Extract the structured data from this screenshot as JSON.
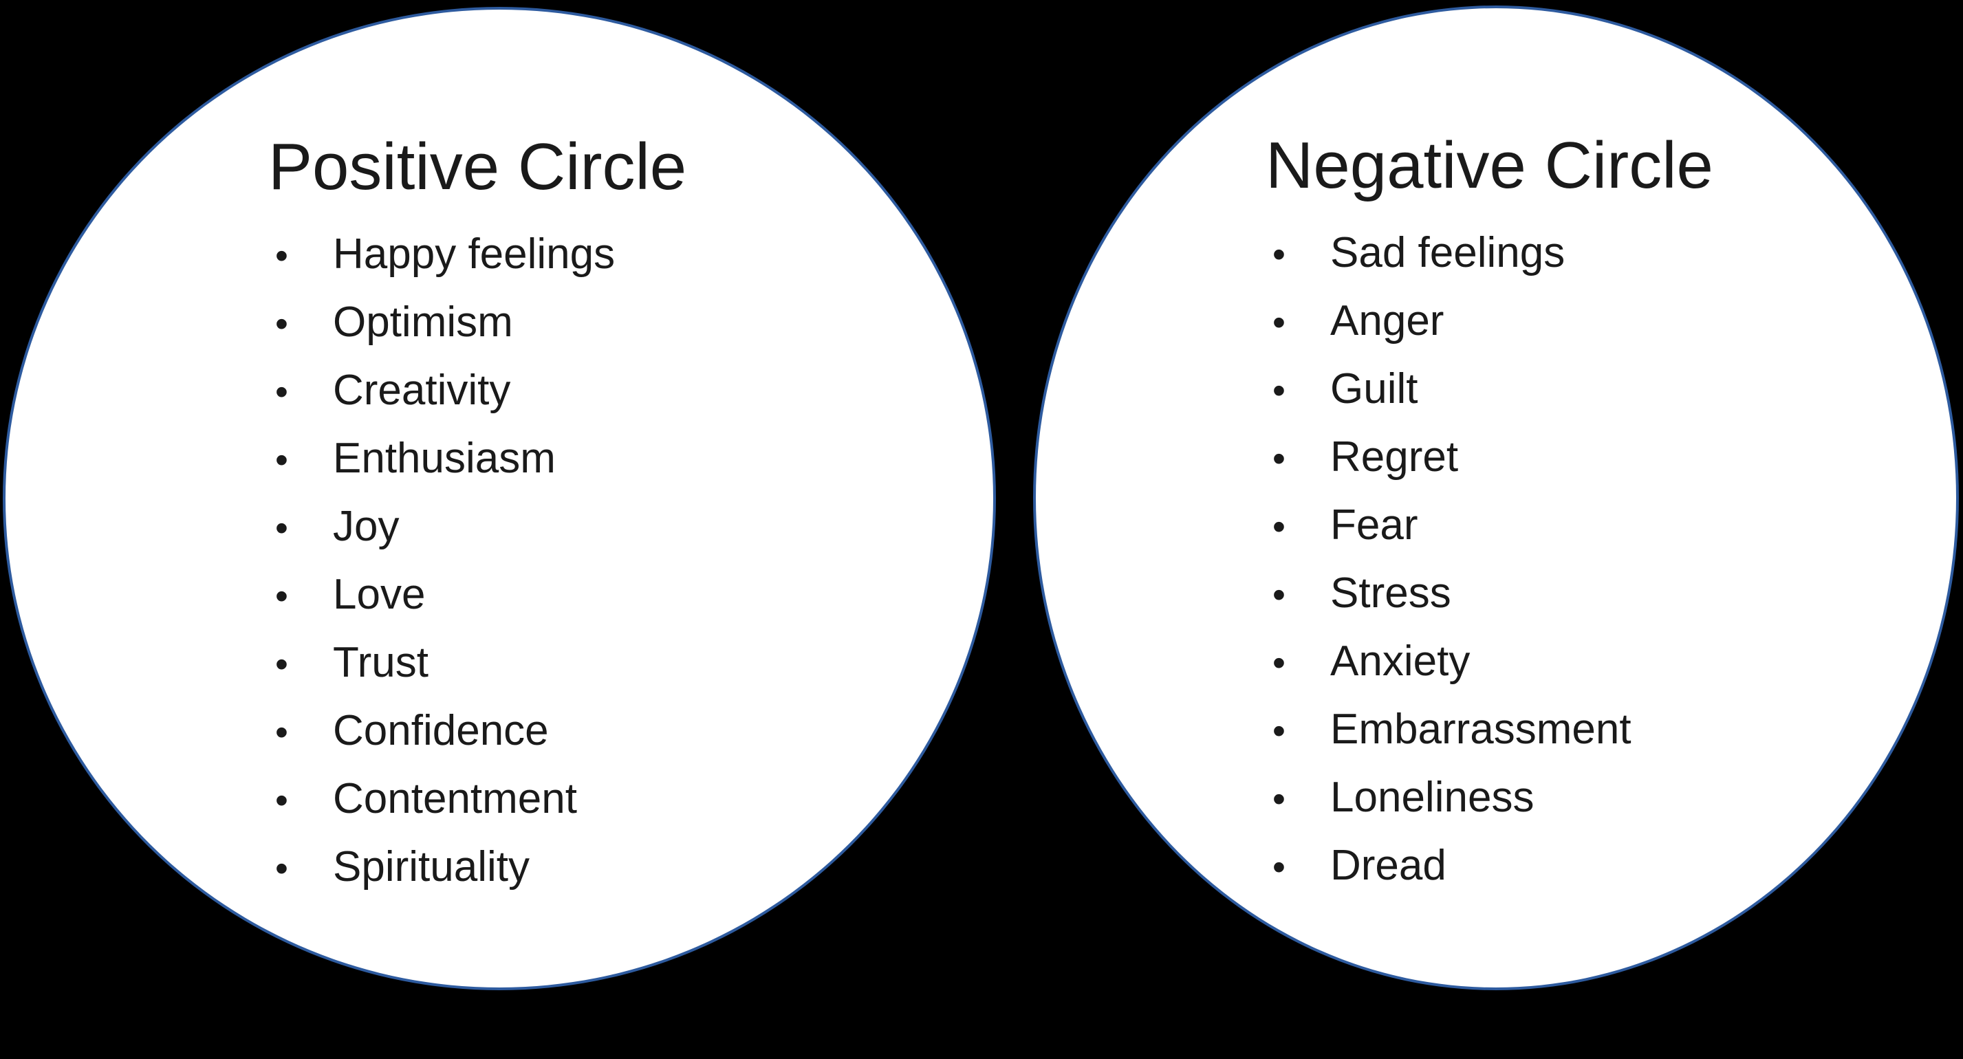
{
  "background_color": "#000000",
  "circle_fill": "#ffffff",
  "circle_border_color": "#2e5b9f",
  "circles": [
    {
      "title": "Positive Circle",
      "items": [
        "Happy feelings",
        "Optimism",
        "Creativity",
        "Enthusiasm",
        "Joy",
        "Love",
        "Trust",
        "Confidence",
        "Contentment",
        "Spirituality"
      ]
    },
    {
      "title": "Negative Circle",
      "items": [
        "Sad feelings",
        "Anger",
        "Guilt",
        "Regret",
        "Fear",
        "Stress",
        "Anxiety",
        "Embarrassment",
        "Loneliness",
        "Dread"
      ]
    }
  ]
}
